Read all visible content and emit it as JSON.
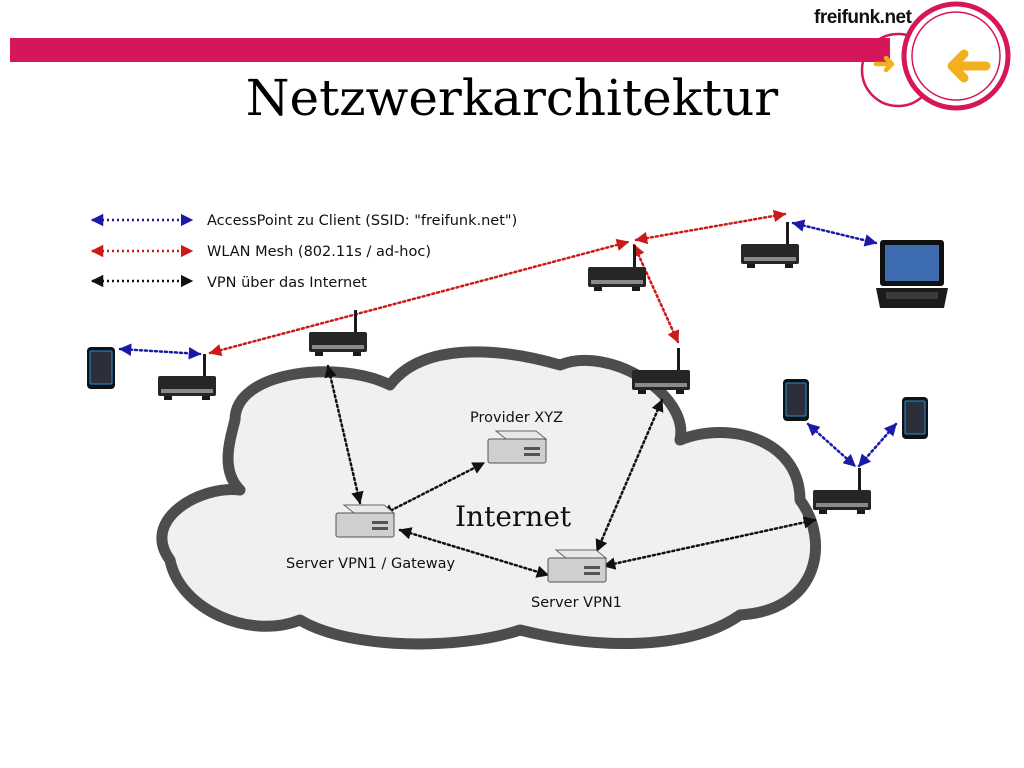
{
  "slide": {
    "title": "Netzwerkarchitektur",
    "brand": "freifunk.net",
    "accent_color": "#d6165a"
  },
  "legend": [
    {
      "label": "AccessPoint zu Client (SSID: \"freifunk.net\")",
      "color": "#1a1aa8"
    },
    {
      "label": "WLAN Mesh (802.11s / ad-hoc)",
      "color": "#cc1a1a"
    },
    {
      "label": "VPN über das Internet",
      "color": "#111111"
    }
  ],
  "diagram": {
    "cloud_label": "Internet",
    "provider_label": "Provider XYZ",
    "gateway_label": "Server VPN1 / Gateway",
    "server_label": "Server VPN1",
    "cloud_fill": "#f0f0f0",
    "cloud_stroke": "#4d4d4d"
  },
  "icons": [
    "router-icon",
    "server-icon",
    "smartphone-icon",
    "laptop-icon",
    "arrow-right-icon",
    "arrow-left-icon"
  ]
}
